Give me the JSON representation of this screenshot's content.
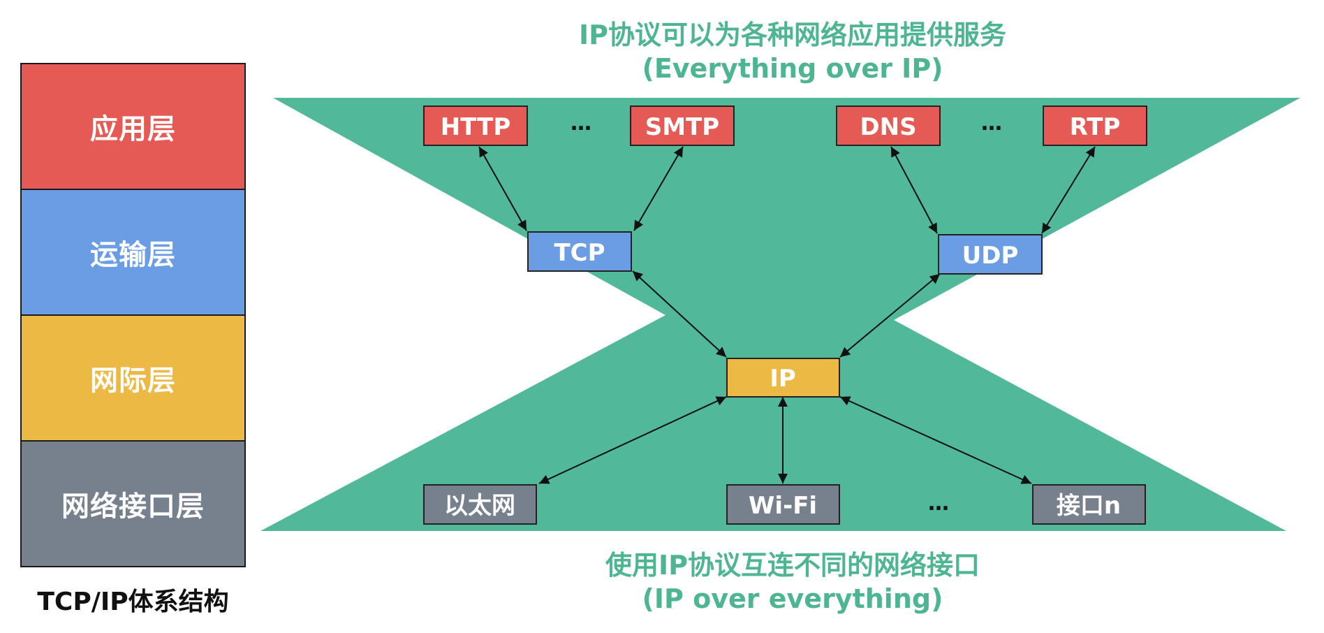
{
  "colors": {
    "app": "#e55a55",
    "transport": "#6b9de4",
    "internet": "#ebb944",
    "link": "#77808d",
    "hourglass": "#52b89a",
    "title": "#4db592"
  },
  "stack": {
    "layers": [
      {
        "label": "应用层"
      },
      {
        "label": "运输层"
      },
      {
        "label": "网际层"
      },
      {
        "label": "网络接口层"
      }
    ],
    "caption": "TCP/IP体系结构"
  },
  "titles": {
    "top_line1": "IP协议可以为各种网络应用提供服务",
    "top_line2": "(Everything over IP)",
    "bottom_line1": "使用IP协议互连不同的网络接口",
    "bottom_line2": "(IP over everything)"
  },
  "diagram": {
    "application": [
      "HTTP",
      "…",
      "SMTP",
      "DNS",
      "…",
      "RTP"
    ],
    "transport": [
      "TCP",
      "UDP"
    ],
    "internet": "IP",
    "interfaces": [
      "以太网",
      "Wi-Fi",
      "…",
      "接口n"
    ]
  }
}
